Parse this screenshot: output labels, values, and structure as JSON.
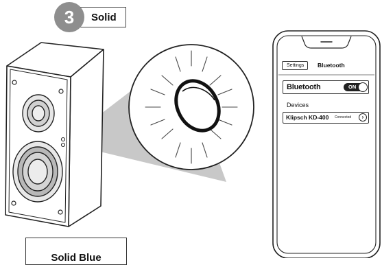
{
  "step": {
    "number": "3",
    "label": "Solid"
  },
  "status_label": "Solid Blue",
  "phone": {
    "back_button": "Settings",
    "screen_title": "Bluetooth",
    "bluetooth_row": {
      "label": "Bluetooth",
      "toggle_state": "ON"
    },
    "devices_header": "Devices",
    "devices": [
      {
        "name": "Klipsch KD-400",
        "status": "Connected"
      }
    ]
  },
  "icons": {
    "speaker": "speaker-cabinet-illustration",
    "led": "bluetooth-led-icon",
    "chevron": "chevron-right-icon",
    "phone": "smartphone-outline"
  },
  "colors": {
    "badge": "#8e8e8e",
    "cone": "#c4c4c4",
    "outline": "#222222",
    "callout": "#c8c8c8"
  }
}
